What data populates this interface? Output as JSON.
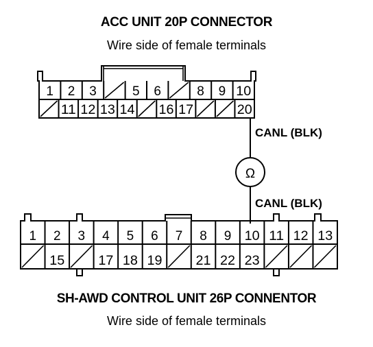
{
  "connector_top": {
    "title": "ACC UNIT 20P CONNECTOR",
    "subtitle": "Wire side of female terminals",
    "row1": [
      "1",
      "2",
      "3",
      "",
      "5",
      "6",
      "",
      "8",
      "9",
      "10"
    ],
    "row2": [
      "",
      "11",
      "12",
      "13",
      "14",
      "",
      "16",
      "17",
      "",
      "",
      "20"
    ]
  },
  "wire": {
    "label_top": "CANL (BLK)",
    "label_bottom": "CANL (BLK)",
    "meter_symbol": "Ω"
  },
  "connector_bottom": {
    "title": "SH-AWD CONTROL UNIT 26P CONNENTOR",
    "subtitle": "Wire side of female terminals",
    "row1": [
      "1",
      "2",
      "3",
      "4",
      "5",
      "6",
      "7",
      "8",
      "9",
      "10",
      "11",
      "12",
      "13"
    ],
    "row2": [
      "",
      "15",
      "",
      "17",
      "18",
      "19",
      "",
      "21",
      "22",
      "23",
      "",
      "",
      ""
    ]
  }
}
